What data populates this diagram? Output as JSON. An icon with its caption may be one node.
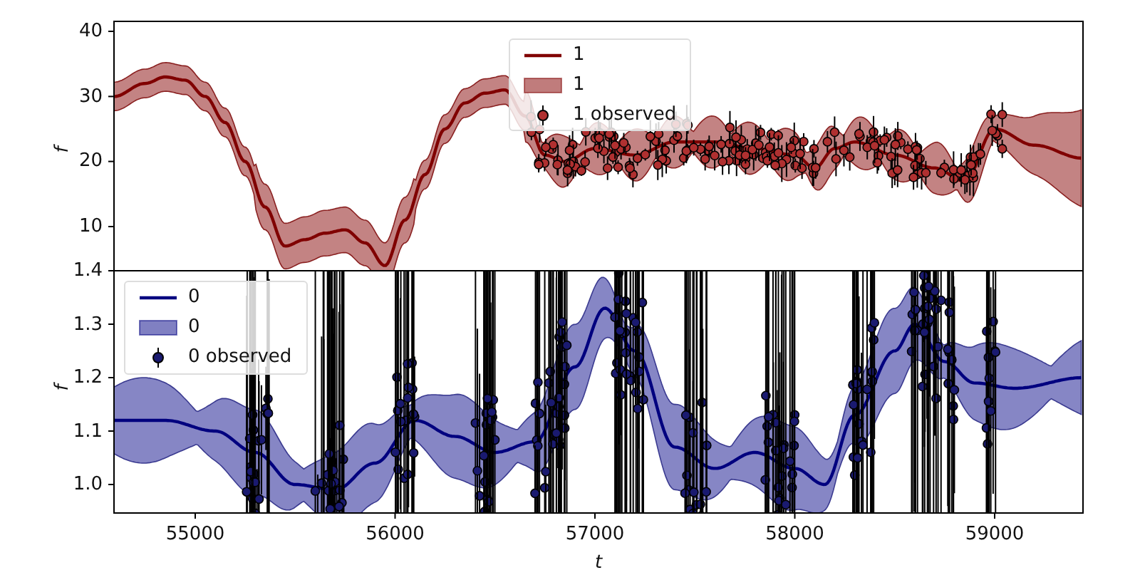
{
  "diagram": {
    "labels": [
      "40",
      "30",
      "20",
      "10",
      "f",
      "1.4",
      "1.3",
      "1.2",
      "1.1",
      "1.0",
      "f",
      "55000",
      "56000",
      "57000",
      "58000",
      "59000",
      "t"
    ],
    "legend": [
      {
        "text": "1"
      },
      {
        "text": "1",
        "color": "#c07c7c"
      },
      {
        "text": "1 observed"
      },
      {
        "text": "0"
      },
      {
        "text": "0",
        "color": "#8080c2"
      },
      {
        "text": "0 observed"
      }
    ]
  }
}
